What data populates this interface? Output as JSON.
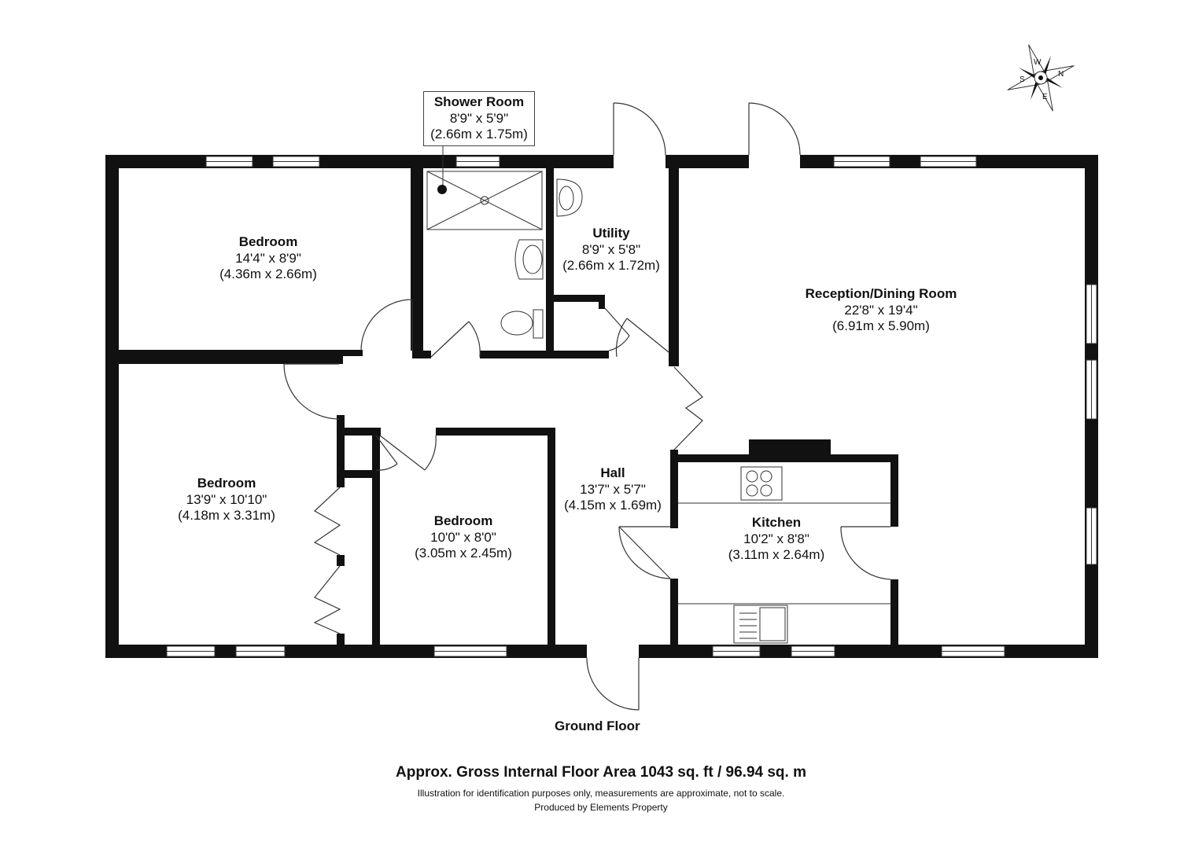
{
  "rooms": {
    "bedroom1": {
      "name": "Bedroom",
      "imperial": "14'4\" x 8'9\"",
      "metric": "(4.36m x 2.66m)"
    },
    "shower": {
      "name": "Shower Room",
      "imperial": "8'9\" x 5'9\"",
      "metric": "(2.66m x 1.75m)"
    },
    "utility": {
      "name": "Utility",
      "imperial": "8'9\" x 5'8\"",
      "metric": "(2.66m x 1.72m)"
    },
    "reception": {
      "name": "Reception/Dining Room",
      "imperial": "22'8\" x 19'4\"",
      "metric": "(6.91m x 5.90m)"
    },
    "bedroom2": {
      "name": "Bedroom",
      "imperial": "13'9\" x 10'10\"",
      "metric": "(4.18m x 3.31m)"
    },
    "bedroom3": {
      "name": "Bedroom",
      "imperial": "10'0\" x 8'0\"",
      "metric": "(3.05m x 2.45m)"
    },
    "hall": {
      "name": "Hall",
      "imperial": "13'7\" x 5'7\"",
      "metric": "(4.15m x 1.69m)"
    },
    "kitchen": {
      "name": "Kitchen",
      "imperial": "10'2\" x 8'8\"",
      "metric": "(3.11m x 2.64m)"
    }
  },
  "floor_title": "Ground Floor",
  "footer": {
    "area": "Approx. Gross Internal Floor Area 1043 sq. ft / 96.94 sq. m",
    "disclaimer": "Illustration for identification purposes only, measurements are approximate, not to scale.",
    "producer": "Produced by Elements Property"
  },
  "compass": {
    "labels": [
      "W",
      "S",
      "N",
      "E"
    ]
  },
  "colors": {
    "wall": "#111111",
    "window": "#ffffff",
    "line": "#333333"
  }
}
